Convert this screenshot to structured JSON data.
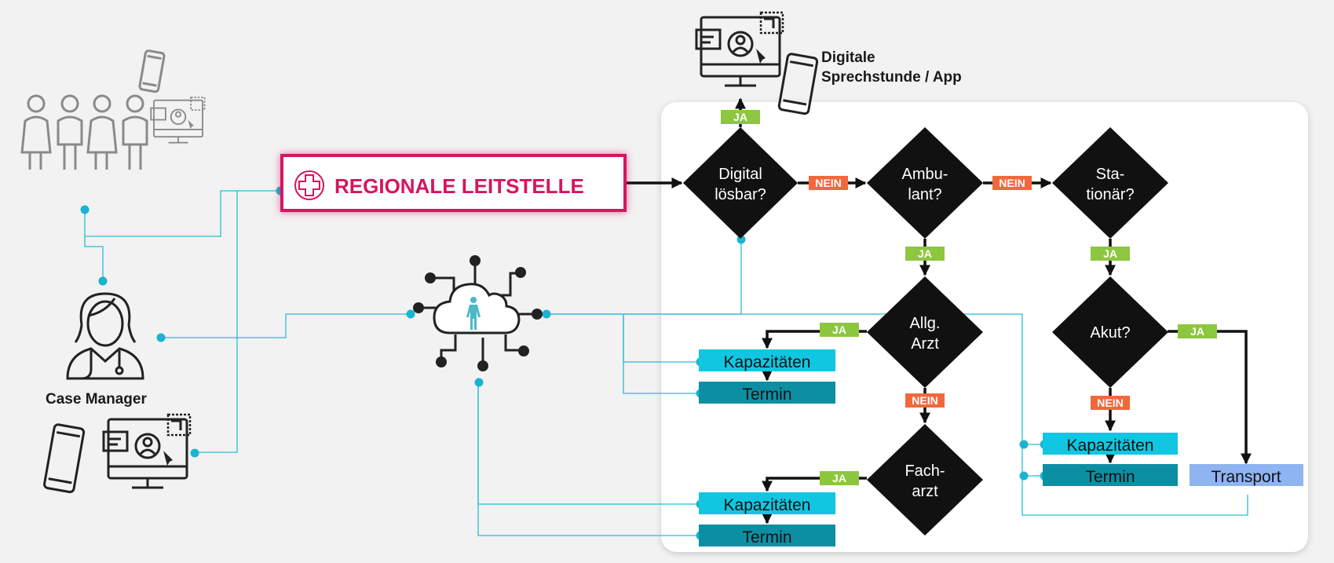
{
  "header": {
    "title": "REGIONALE LEITSTELLE"
  },
  "labels": {
    "digital_line1": "Digitale",
    "digital_line2": "Sprechstunde / App",
    "case_manager": "Case Manager"
  },
  "decisions": [
    {
      "id": "digital",
      "line1": "Digital",
      "line2": "lösbar?"
    },
    {
      "id": "ambulant",
      "line1": "Ambu-",
      "line2": "lant?"
    },
    {
      "id": "stationaer",
      "line1": "Sta-",
      "line2": "tionär?"
    },
    {
      "id": "allg",
      "line1": "Allg.",
      "line2": "Arzt"
    },
    {
      "id": "fach",
      "line1": "Fach-",
      "line2": "arzt"
    },
    {
      "id": "akut",
      "line1": "Akut?"
    }
  ],
  "tags": {
    "yes": "JA",
    "no": "NEIN"
  },
  "boxes": {
    "kapazitaeten": "Kapazitäten",
    "termin": "Termin",
    "transport": "Transport"
  },
  "colors": {
    "accent": "#d6145f",
    "yes": "#8dc63f",
    "no": "#f2683c",
    "kapazitaeten": "#11c6e0",
    "termin": "#0d8fa3",
    "transport": "#8fb4f2",
    "connector": "#27bcd6"
  },
  "icons": {
    "group": "people-group-icon",
    "case_manager": "nurse-avatar-icon",
    "cloud": "cloud-network-icon",
    "monitor": "video-consultation-monitor-icon",
    "phone": "smartphone-icon",
    "hospital": "medical-cross-icon"
  }
}
